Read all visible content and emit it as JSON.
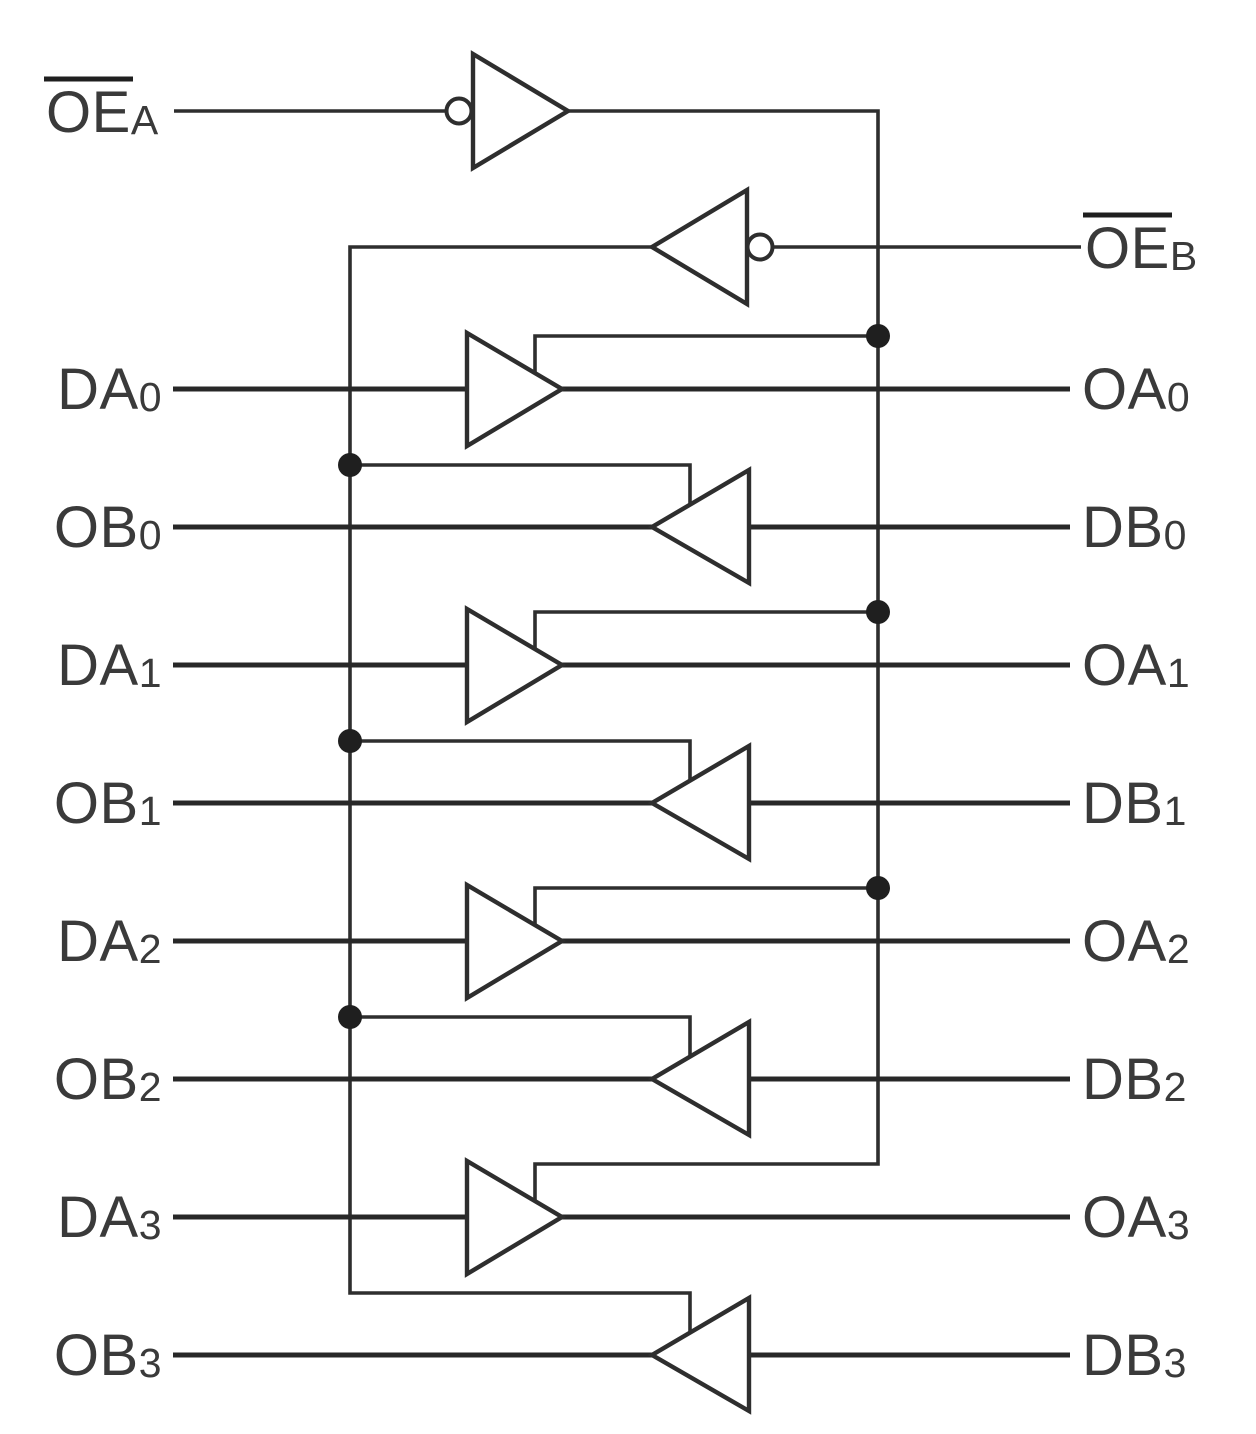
{
  "colors": {
    "background": "#ffffff",
    "line": "#2e2e2e",
    "text": "#3a3a3a"
  },
  "enable_inputs": {
    "oea": {
      "main": "OE",
      "sub": "A",
      "overline": true,
      "side": "left"
    },
    "oeb": {
      "main": "OE",
      "sub": "B",
      "overline": true,
      "side": "right"
    }
  },
  "rows": [
    {
      "buffer_direction": "right",
      "left_label": {
        "main": "DA",
        "sub": "0"
      },
      "right_label": {
        "main": "OA",
        "sub": "0"
      }
    },
    {
      "buffer_direction": "left",
      "left_label": {
        "main": "OB",
        "sub": "0"
      },
      "right_label": {
        "main": "DB",
        "sub": "0"
      }
    },
    {
      "buffer_direction": "right",
      "left_label": {
        "main": "DA",
        "sub": "1"
      },
      "right_label": {
        "main": "OA",
        "sub": "1"
      }
    },
    {
      "buffer_direction": "left",
      "left_label": {
        "main": "OB",
        "sub": "1"
      },
      "right_label": {
        "main": "DB",
        "sub": "1"
      }
    },
    {
      "buffer_direction": "right",
      "left_label": {
        "main": "DA",
        "sub": "2"
      },
      "right_label": {
        "main": "OA",
        "sub": "2"
      }
    },
    {
      "buffer_direction": "left",
      "left_label": {
        "main": "OB",
        "sub": "2"
      },
      "right_label": {
        "main": "DB",
        "sub": "2"
      }
    },
    {
      "buffer_direction": "right",
      "left_label": {
        "main": "DA",
        "sub": "3"
      },
      "right_label": {
        "main": "OA",
        "sub": "3"
      }
    },
    {
      "buffer_direction": "left",
      "left_label": {
        "main": "OB",
        "sub": "3"
      },
      "right_label": {
        "main": "DB",
        "sub": "3"
      }
    }
  ]
}
